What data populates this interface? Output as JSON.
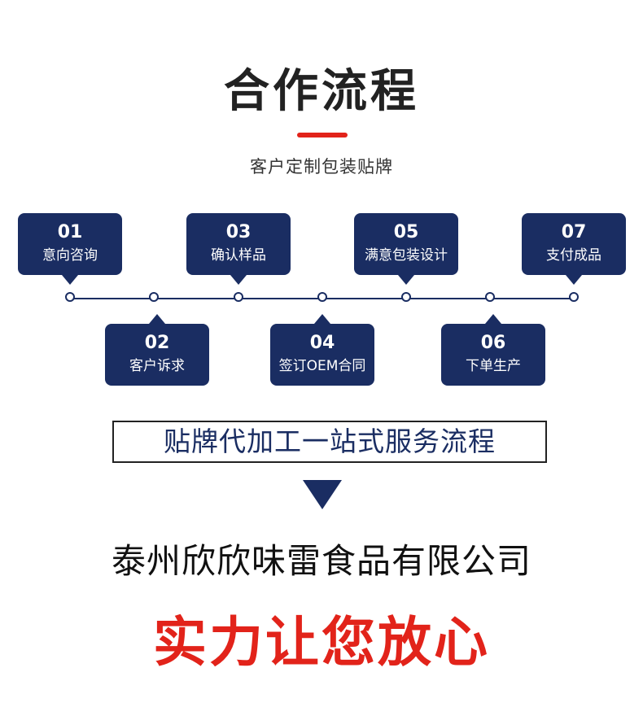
{
  "colors": {
    "navy": "#1a2d62",
    "red": "#e2231a",
    "dark": "#222222"
  },
  "header": {
    "title": "合作流程",
    "subtitle": "客户定制包装贴牌"
  },
  "steps": [
    {
      "num": "01",
      "label": "意向咨询"
    },
    {
      "num": "02",
      "label": "客户诉求"
    },
    {
      "num": "03",
      "label": "确认样品"
    },
    {
      "num": "04",
      "label": "签订OEM合同"
    },
    {
      "num": "05",
      "label": "满意包装设计"
    },
    {
      "num": "06",
      "label": "下单生产"
    },
    {
      "num": "07",
      "label": "支付成品"
    }
  ],
  "banner": {
    "text": "贴牌代加工一站式服务流程"
  },
  "footer": {
    "company": "泰州欣欣味雷食品有限公司",
    "slogan": "实力让您放心"
  }
}
